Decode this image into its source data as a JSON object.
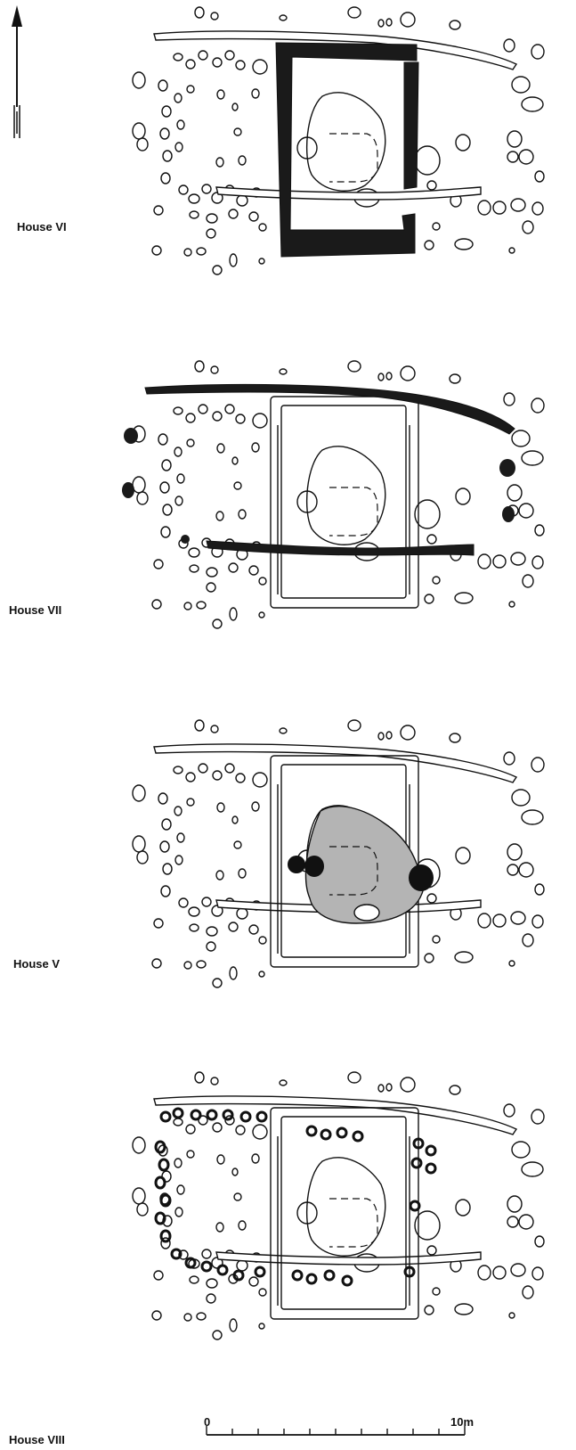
{
  "panels": [
    {
      "id": "house-vi",
      "label": "House VI",
      "highlight": "dark-walls"
    },
    {
      "id": "house-vii",
      "label": "House VII",
      "highlight": "dark-fences"
    },
    {
      "id": "house-v",
      "label": "House V",
      "highlight": "grey-floor"
    },
    {
      "id": "house-viii",
      "label": "House VIII",
      "highlight": "bold-postholes"
    }
  ],
  "north_arrow": {
    "direction": "north"
  },
  "scale_bar": {
    "start_label": "0",
    "end_label": "10m",
    "divisions": 10
  },
  "colors": {
    "ink": "#111111",
    "grey_fill": "#b4b4b4",
    "paper": "#ffffff"
  }
}
